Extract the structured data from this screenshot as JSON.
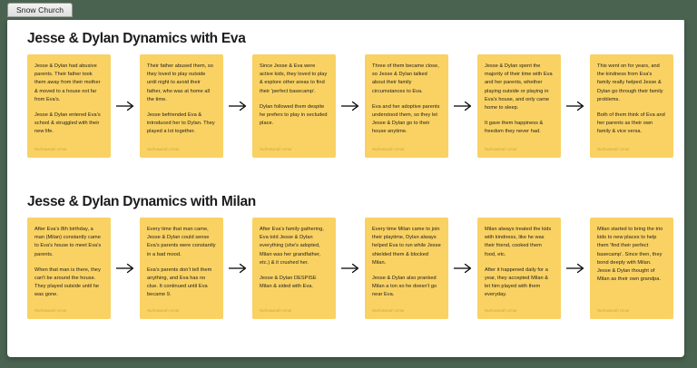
{
  "browser": {
    "tab_label": "Snow Church"
  },
  "theme": {
    "page_background": "#4a6350",
    "board_background": "#ffffff",
    "card_background": "#f9d263",
    "card_text": "#23201a",
    "byline_text": "#c9a73f",
    "title_text": "#1c1c1c",
    "arrow_color": "#000000"
  },
  "byline": "Nurhasanah Umar",
  "sections": [
    {
      "title": "Jesse & Dylan Dynamics with Eva",
      "cards": [
        {
          "paragraphs": [
            "Jesse & Dylan had abusive parents. Their father took them away from their mother & moved to a house not far from Eva's.",
            "Jesse & Dylan entered Eva's school & struggled with their new life."
          ]
        },
        {
          "paragraphs": [
            "Their father abused them, so they loved to play outside until night to avoid their father, who was at home all the time.",
            "Jesse befriended Eva & introduced her to Dylan. They played a lot together."
          ]
        },
        {
          "paragraphs": [
            "Since Jesse & Eva were active kids, they loved to play & explore other areas to find their 'perfect basecamp'.",
            "Dylan followed them despite he prefers to play in secluded place."
          ]
        },
        {
          "paragraphs": [
            "Three of them became close, so Jesse & Dylan talked about their family circumstances to Eva.",
            "Eva and her adoptive parents understood them, so they let Jesse & Dylan go to their house anytime."
          ]
        },
        {
          "paragraphs": [
            "Jesse & Dylan spent the majority of their time with Eva and her parents, whether playing outside or playing in Eva's house, and only came home to sleep.",
            "It gave them happiness & freedom they never had."
          ]
        },
        {
          "paragraphs": [
            "This went on for years, and the kindness from Eva's family really helped Jesse & Dylan go through their family problems.",
            "Both of them think of Eva and her parents as their own family & vice versa."
          ]
        }
      ]
    },
    {
      "title": "Jesse & Dylan Dynamics with Milan",
      "cards": [
        {
          "paragraphs": [
            "After Eva's 8th birthday, a man (Milan) constantly came to Eva's house to meet Eva's parents.",
            "When that man is there, they can't be around the house. They played outside until he was gone."
          ]
        },
        {
          "paragraphs": [
            "Every time that man came, Jesse & Dylan could sense Eva's parents were constantly in a bad mood.",
            "Eva's parents don't tell them anything, and Eva has no clue. It continued until Eva became 9."
          ]
        },
        {
          "paragraphs": [
            "After Eva's family gathering, Eva told Jesse & Dylan everything (she's adopted, Milan was her grandfather, etc.) & it crushed her.",
            "Jesse & Dylan DESPISE Milan & sided with Eva."
          ]
        },
        {
          "paragraphs": [
            "Every time Milan came to join their playtime, Dylan always helped Eva to run while Jesse shielded them & blocked Milan.",
            "Jesse & Dylan also pranked Milan a ton so he doesn't go near Eva."
          ]
        },
        {
          "paragraphs": [
            "Milan always treated the kids with kindness, like he was their friend, cooked them food, etc.",
            "After it happened daily for a year, they accepted Milan & let him played with them everyday."
          ]
        },
        {
          "paragraphs": [
            "Milan started to bring the trio kids to new places to help them 'find their perfect basecamp'. Since then, they bond deeply with Milan. Jesse & Dylan thought of Milan as their own grandpa."
          ]
        }
      ]
    }
  ]
}
